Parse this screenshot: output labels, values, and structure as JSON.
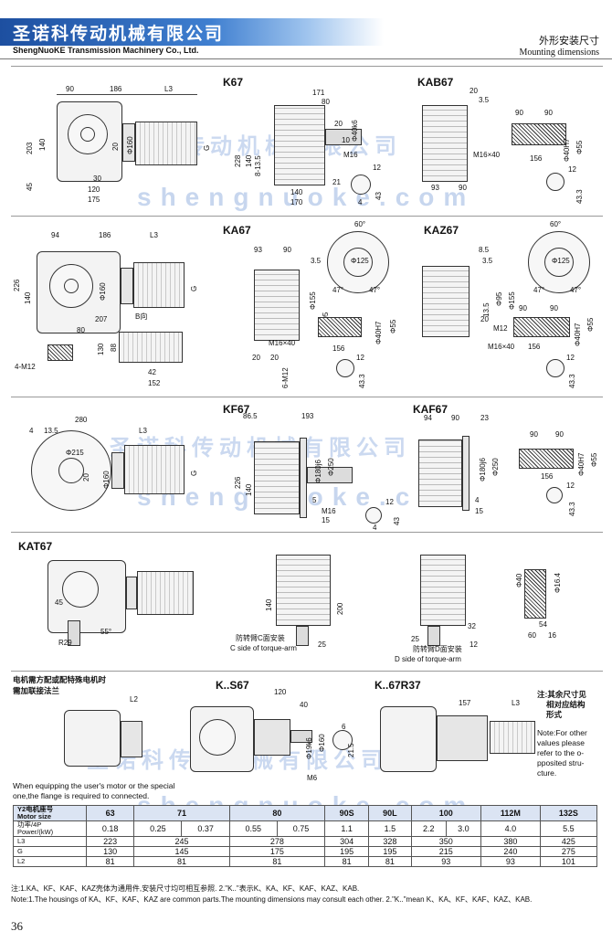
{
  "header": {
    "brand_cn": "圣诺科传动机械有限公司",
    "brand_en": "ShengNuoKE Transmission Machinery Co., Ltd.",
    "section_cn": "外形安装尺寸",
    "section_en": "Mounting dimensions"
  },
  "watermark": {
    "url": "shengnuoke.com",
    "cn": "圣诺科传动机械有限公司"
  },
  "sections": {
    "k67": {
      "label": "K67",
      "dims": [
        "90",
        "186",
        "L3",
        "203",
        "140",
        "G",
        "20",
        "Φ160",
        "45",
        "30",
        "120",
        "175",
        "171",
        "80",
        "Φ40k6",
        "20",
        "10",
        "M16",
        "140",
        "8-13.5",
        "228",
        "21",
        "140",
        "170",
        "12",
        "4",
        "43"
      ]
    },
    "kab67": {
      "label": "KAB67",
      "dims": [
        "20",
        "3.5",
        "90",
        "90",
        "Φ40H7",
        "Φ55",
        "M16×40",
        "156",
        "93",
        "90",
        "12",
        "43.3"
      ]
    },
    "ka67": {
      "label": "KA67",
      "dims": [
        "94",
        "186",
        "L3",
        "226",
        "140",
        "G",
        "Φ160",
        "207",
        "80",
        "B向",
        "130",
        "88",
        "4-M12",
        "42",
        "152",
        "93",
        "90",
        "3.5",
        "Φ155",
        "Φ95",
        "M16×40",
        "20",
        "20",
        "6-M12",
        "Φ40H7",
        "Φ55",
        "156",
        "12",
        "43.3",
        "60°",
        "Φ125",
        "47°",
        "47°"
      ]
    },
    "kaz67": {
      "label": "KAZ67",
      "dims": [
        "60°",
        "Φ125",
        "47°",
        "47°",
        "8.5",
        "3.5",
        "13.5",
        "Φ95",
        "Φ155",
        "20",
        "M12",
        "90",
        "90",
        "Φ55",
        "Φ40H7",
        "M16×40",
        "156",
        "12",
        "43.3"
      ]
    },
    "kf67": {
      "label": "KF67",
      "dims": [
        "280",
        "4",
        "13.5",
        "Φ215",
        "20",
        "Φ160",
        "G",
        "L3",
        "86.5",
        "193",
        "226",
        "Φ180j6",
        "Φ250",
        "140",
        "5",
        "M16",
        "15",
        "12",
        "4",
        "43"
      ]
    },
    "kaf67": {
      "label": "KAF67",
      "dims": [
        "94",
        "90",
        "23",
        "Φ180j6",
        "Φ250",
        "4",
        "15",
        "90",
        "90",
        "Φ40H7",
        "Φ55",
        "156",
        "12",
        "43.3"
      ]
    },
    "kat67": {
      "label": "KAT67",
      "dims": [
        "45",
        "R29",
        "55°",
        "140",
        "200",
        "25",
        "32",
        "12",
        "25",
        "Φ40",
        "Φ16.4",
        "54",
        "60",
        "16"
      ],
      "c_side_cn": "防转臂C面安装",
      "c_side_en": "C side of torque-arm",
      "d_side_cn": "防转臂D面安装",
      "d_side_en": "D side of torque-arm"
    },
    "motor_flange": {
      "note_cn_1": "电机需方配或配特殊电机时",
      "note_cn_2": "需加联接法兰",
      "note_en_1": "When equipping the user's motor or the special",
      "note_en_2": "one,the flange is required to connected.",
      "dims": [
        "L2"
      ]
    },
    "ks67": {
      "label": "K..S67",
      "dims": [
        "120",
        "40",
        "Φ19k6",
        "Φ160",
        "M6",
        "6",
        "21.5"
      ]
    },
    "k67r37": {
      "label": "K..67R37",
      "dims": [
        "157",
        "L3"
      ]
    },
    "side_note": {
      "cn_1": "注:其余尺寸见",
      "cn_2": "相对应结构",
      "cn_3": "形式",
      "en_1": "Note:For other",
      "en_2": "values please",
      "en_3": "refer to the o-",
      "en_4": "pposited stru-",
      "en_5": "cture."
    }
  },
  "table": {
    "header_label_1": "Y2电机座号",
    "header_label_2": "Motor size",
    "power_label_1": "功率/4P",
    "power_label_2": "Power/(kW)",
    "motor_sizes": [
      "63",
      "71",
      "80",
      "90S",
      "90L",
      "100",
      "112M",
      "132S"
    ],
    "power": [
      "0.18",
      "0.25",
      "0.37",
      "0.55",
      "0.75",
      "1.1",
      "1.5",
      "2.2",
      "3.0",
      "4.0",
      "5.5"
    ],
    "rows": [
      {
        "label": "L3",
        "values": [
          "223",
          "245",
          "278",
          "304",
          "328",
          "350",
          "380",
          "425"
        ]
      },
      {
        "label": "G",
        "values": [
          "130",
          "145",
          "175",
          "195",
          "195",
          "215",
          "240",
          "275"
        ]
      },
      {
        "label": "L2",
        "values": [
          "81",
          "81",
          "81",
          "81",
          "81",
          "93",
          "93",
          "101"
        ]
      }
    ]
  },
  "footnotes": {
    "cn": "注:1.KA、KF、KAF、KAZ壳体为通用件,安装尺寸均可相互参照.   2.\"K..\"表示K、KA、KF、KAF、KAZ、KAB.",
    "en": "Note:1.The housings of KA、KF、KAF、KAZ are common parts.The mounting dimensions may consult each other. 2.\"K..\"mean K、KA、KF、KAF、KAZ、KAB."
  },
  "page_number": "36"
}
